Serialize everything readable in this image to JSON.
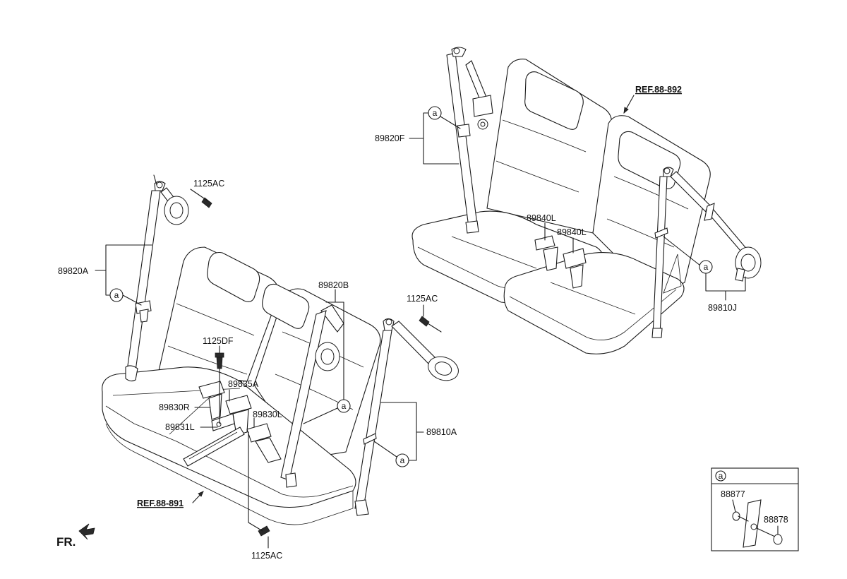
{
  "labels": {
    "rear_left_seat_belt": "89820A",
    "rear_center_seat_belt": "89820B",
    "third_row_seat_belt": "89820F",
    "rear_right_seat_belt": "89810A",
    "third_row_right_seat_belt": "89810J",
    "bolt_top_left": "1125AC",
    "bolt_center": "1125AC",
    "bolt_bottom": "1125AC",
    "bolt_1125df": "1125DF",
    "buckle_89835a": "89835A",
    "buckle_89830r": "89830R",
    "buckle_89830l": "89830L",
    "bracket_89831l": "89831L",
    "buckle_89840l_a": "89840L",
    "buckle_89840l_b": "89840L",
    "ref_rear": "REF.88-891",
    "ref_third": "REF.88-892",
    "front_direction": "FR."
  },
  "callout": "a",
  "detail_box": {
    "title": "a",
    "part_1": "88877",
    "part_2": "88878"
  }
}
